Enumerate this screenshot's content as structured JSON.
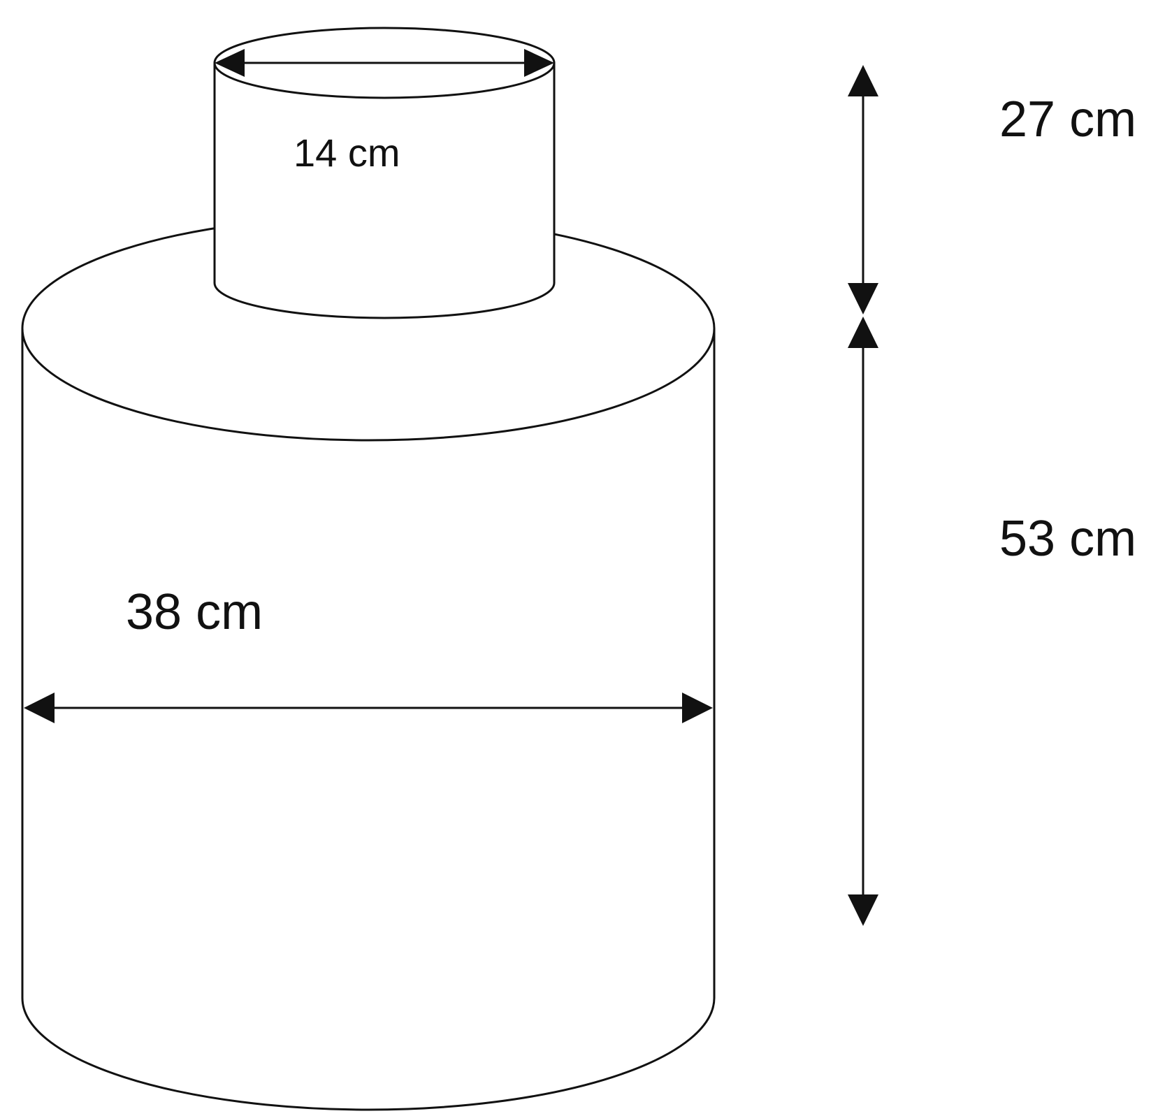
{
  "labels": {
    "top_diameter": "14 cm",
    "bottom_diameter": "38 cm",
    "top_height": "27 cm",
    "bottom_height": "53 cm"
  },
  "colors": {
    "stroke": "#111111",
    "fill": "#ffffff"
  }
}
